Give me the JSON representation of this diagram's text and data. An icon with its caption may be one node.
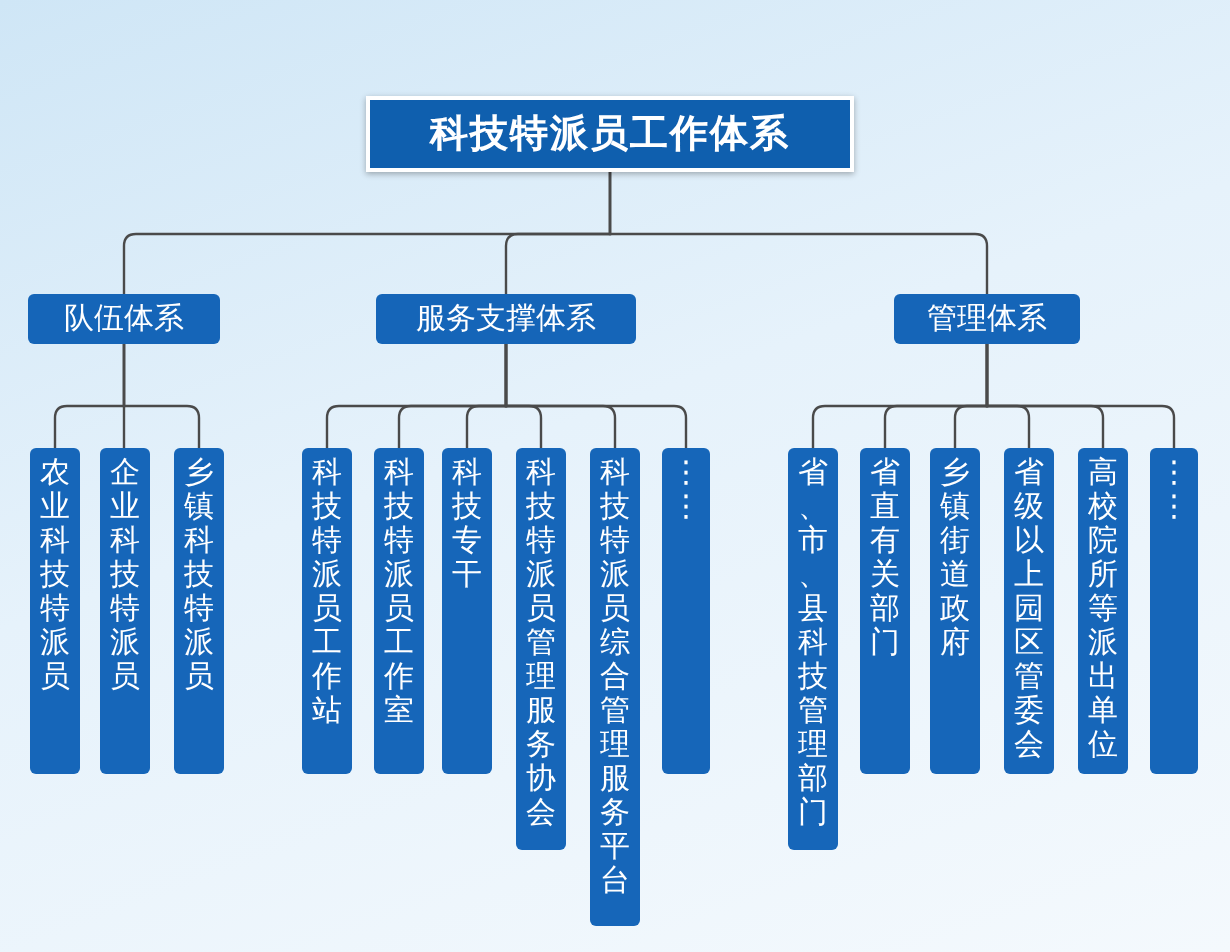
{
  "diagram": {
    "nodes": [
      {
        "text": [
          "科技特派员工作体系"
        ]
      },
      {
        "text": [
          "队伍体系"
        ]
      },
      {
        "text": [
          "服务支撑体系"
        ]
      },
      {
        "text": [
          "管理体系"
        ]
      },
      {
        "text": [
          "农业科技特派员"
        ]
      },
      {
        "text": [
          "企业科技特派员"
        ]
      },
      {
        "text": [
          "乡镇科技特派员"
        ]
      },
      {
        "text": [
          "科技特派员工作站"
        ]
      },
      {
        "text": [
          "科技特派员工作室"
        ]
      },
      {
        "text": [
          "科技专干"
        ]
      },
      {
        "text": [
          "科技特派员管理服务协会"
        ]
      },
      {
        "text": [
          "科技特派员综合管理服务平台"
        ]
      },
      {
        "text": [
          "⋮⋮"
        ]
      },
      {
        "text": [
          "省、市、县科技管理部门"
        ]
      },
      {
        "text": [
          "省直有关部门"
        ]
      },
      {
        "text": [
          "乡镇街道政府"
        ]
      },
      {
        "text": [
          "省级以上园区管委会"
        ]
      },
      {
        "text": [
          "高校院所等派出单位"
        ]
      },
      {
        "text": [
          "⋮⋮"
        ]
      }
    ],
    "edges": [
      {
        "from": 0,
        "to": 1,
        "arrow": "none"
      },
      {
        "from": 0,
        "to": 2,
        "arrow": "none"
      },
      {
        "from": 0,
        "to": 3,
        "arrow": "none"
      },
      {
        "from": 1,
        "to": 4,
        "arrow": "none"
      },
      {
        "from": 1,
        "to": 5,
        "arrow": "none"
      },
      {
        "from": 1,
        "to": 6,
        "arrow": "none"
      },
      {
        "from": 2,
        "to": 7,
        "arrow": "none"
      },
      {
        "from": 2,
        "to": 8,
        "arrow": "none"
      },
      {
        "from": 2,
        "to": 9,
        "arrow": "none"
      },
      {
        "from": 2,
        "to": 10,
        "arrow": "none"
      },
      {
        "from": 2,
        "to": 11,
        "arrow": "none"
      },
      {
        "from": 2,
        "to": 12,
        "arrow": "none"
      },
      {
        "from": 3,
        "to": 13,
        "arrow": "none"
      },
      {
        "from": 3,
        "to": 14,
        "arrow": "none"
      },
      {
        "from": 3,
        "to": 15,
        "arrow": "none"
      },
      {
        "from": 3,
        "to": 16,
        "arrow": "none"
      },
      {
        "from": 3,
        "to": 17,
        "arrow": "none"
      },
      {
        "from": 3,
        "to": 18,
        "arrow": "none"
      }
    ]
  }
}
